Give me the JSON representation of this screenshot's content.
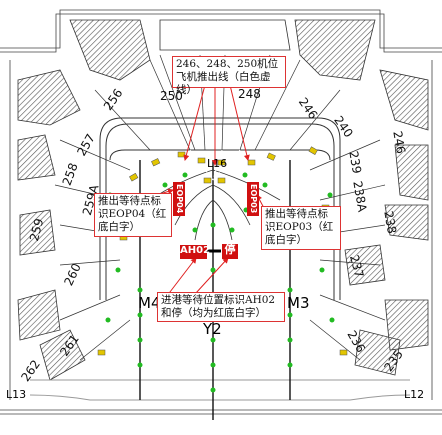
{
  "stands": {
    "s246a": "246",
    "s248": "248",
    "s250": "250",
    "s256": "256",
    "s246b": "246",
    "s240": "240",
    "s257": "257",
    "s239": "239",
    "s238a": "238A",
    "s258": "258",
    "s259a": "259A",
    "s259": "259",
    "s238": "238",
    "s237": "237",
    "s260": "260",
    "s236": "236",
    "s261": "261",
    "s262": "262",
    "s235": "235"
  },
  "taxiways": {
    "l16": "L16",
    "m4": "M4",
    "m3": "M3",
    "y2": "Y2",
    "l13": "L13",
    "l12": "L12"
  },
  "labels": {
    "eop04": "EOP04",
    "eop03": "EOP03",
    "ah02": "AH02",
    "stop": "停"
  },
  "callouts": {
    "top": "246、248、250机位飞机推出线（白色虚线）",
    "left": "推出等待点标识EOP04（红底白字）",
    "right": "推出等待点标识EOP03（红底白字）",
    "bottom": "进港等待位置标识AH02和停（均为红底白字）"
  },
  "colors": {
    "callout_border": "#dd3333",
    "arrow": "#e02020",
    "red_label": "#d01010",
    "green_light": "#22bb22",
    "yellow_marker": "#e2c500"
  }
}
